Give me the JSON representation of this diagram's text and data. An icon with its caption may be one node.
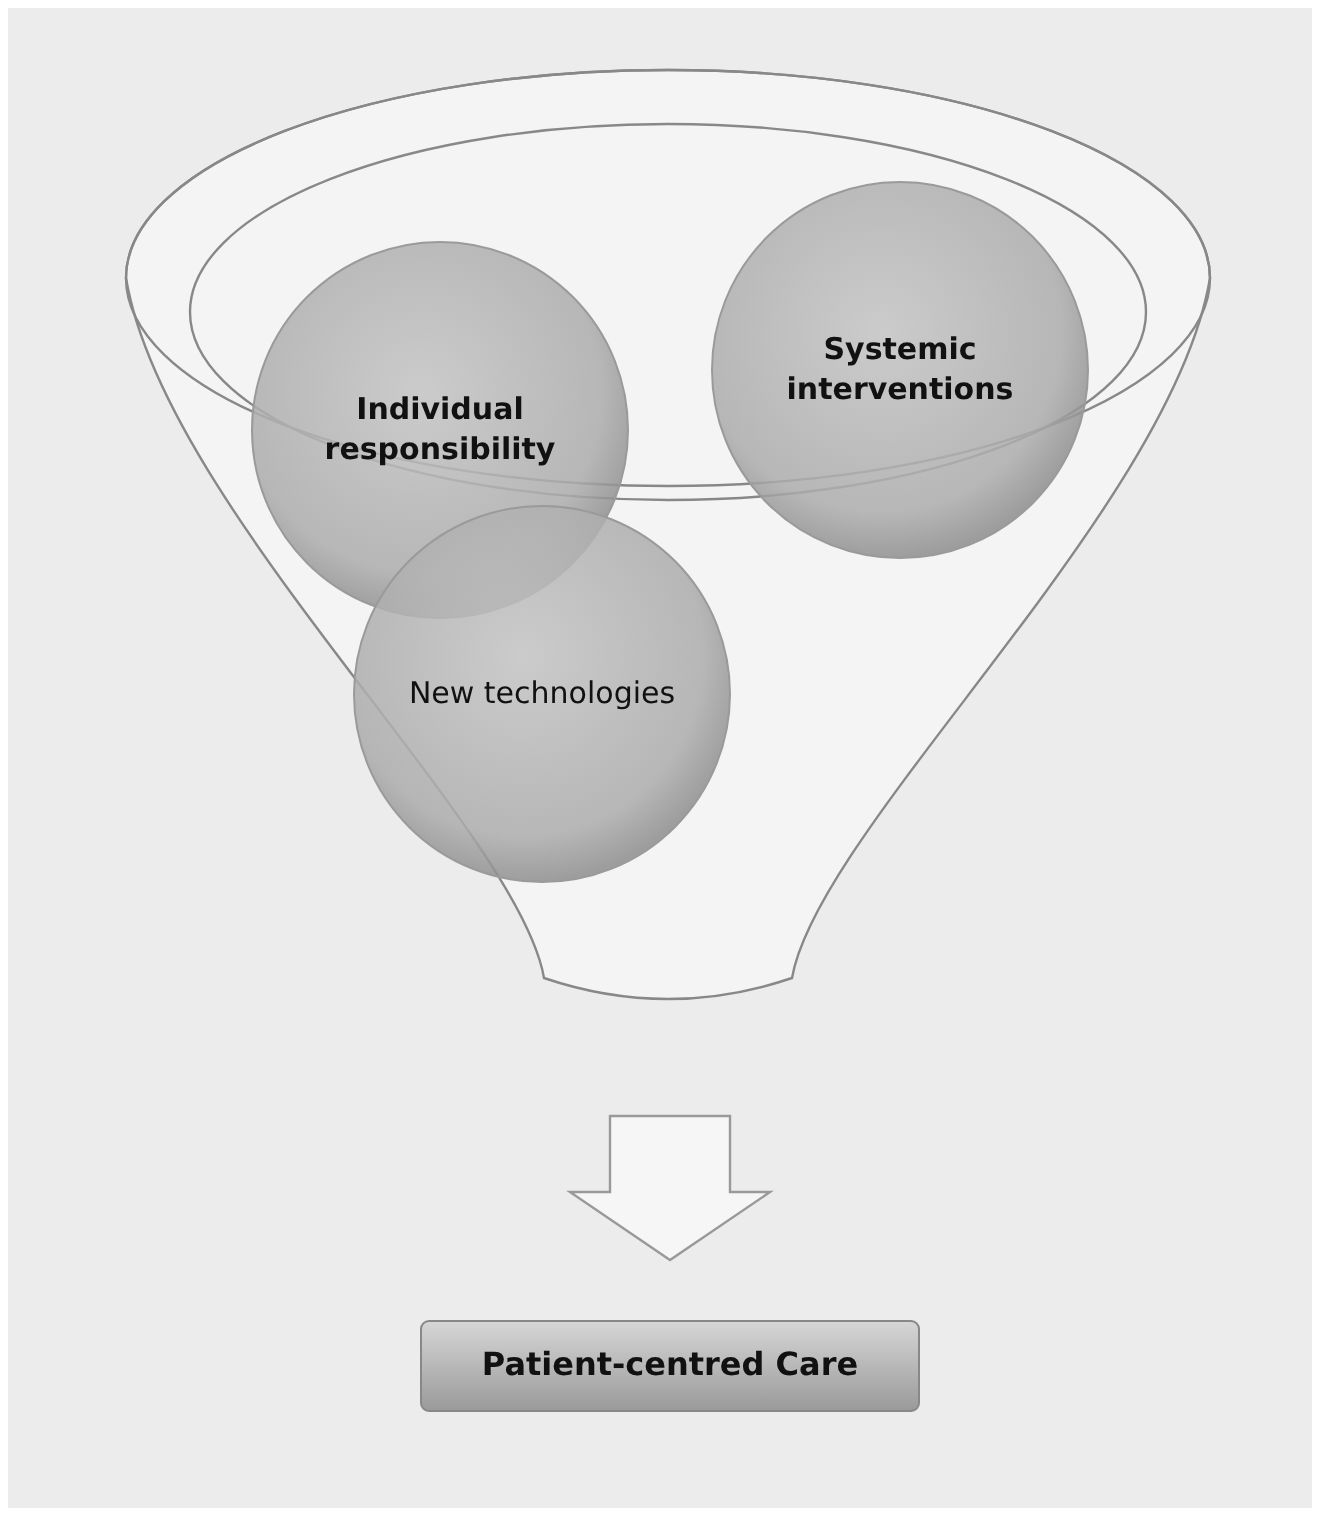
{
  "diagram": {
    "nodes": [
      {
        "text": [],
        "shape": "funnel"
      },
      {
        "text": [
          "Individual responsibility"
        ],
        "in": 0
      },
      {
        "text": [
          "Systemic interventions"
        ],
        "in": 0
      },
      {
        "text": [
          "New technologies"
        ],
        "in": 0
      },
      {
        "text": [
          "Patient-centred Care"
        ]
      }
    ],
    "edges": [
      {
        "from": 0,
        "to": 4,
        "arrow": "to",
        "style": "thick"
      }
    ]
  }
}
